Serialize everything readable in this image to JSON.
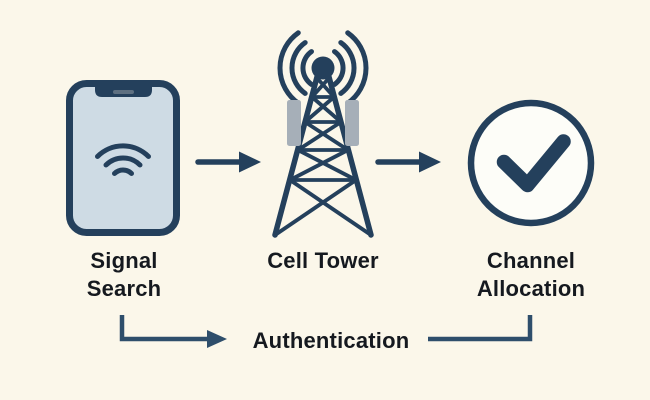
{
  "colors": {
    "background": "#FBF7EA",
    "ink": "#24405C",
    "flow_line": "#2E4E6B",
    "text": "#15191F",
    "phone_screen": "#CEDBE4",
    "panel_gray": "#A6AFB8",
    "speaker_gray": "#5E7081",
    "circle_fill": "#FDFDF8"
  },
  "diagram": {
    "steps": [
      {
        "id": "signal-search",
        "label": "Signal Search",
        "icon": "smartphone-wifi-icon"
      },
      {
        "id": "cell-tower",
        "label": "Cell Tower",
        "icon": "cell-tower-icon"
      },
      {
        "id": "channel-allocation",
        "label": "Channel Allocation",
        "icon": "check-circle-icon"
      }
    ],
    "connectors": [
      {
        "from": "signal-search",
        "to": "cell-tower",
        "type": "arrow-right"
      },
      {
        "from": "cell-tower",
        "to": "channel-allocation",
        "type": "arrow-right"
      },
      {
        "from": "signal-search",
        "to": "authentication",
        "type": "elbow-arrow"
      },
      {
        "from": "authentication",
        "to": "channel-allocation",
        "type": "elbow-line"
      }
    ],
    "flow_label": "Authentication"
  }
}
